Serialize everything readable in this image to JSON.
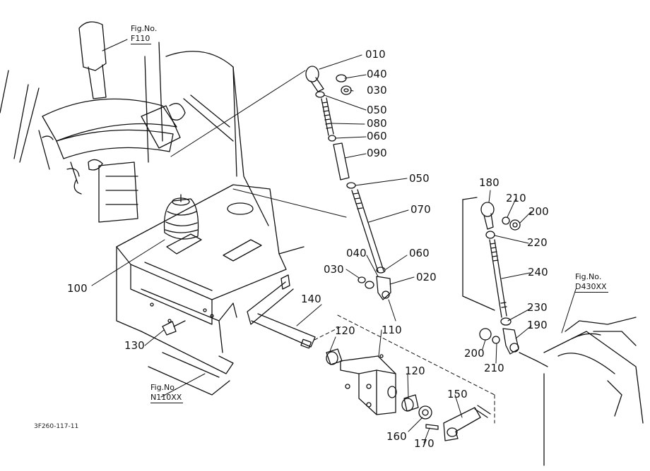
{
  "fig_refs": {
    "f110": {
      "label": "Fig.No.",
      "ref": "F110"
    },
    "n110xx": {
      "label": "Fig.No.",
      "ref": "N110XX"
    },
    "d430xx": {
      "label": "Fig.No.",
      "ref": "D430XX"
    }
  },
  "parts": {
    "p010": "010",
    "p040a": "040",
    "p030a": "030",
    "p050a": "050",
    "p080": "080",
    "p060a": "060",
    "p090": "090",
    "p050b": "050",
    "p070": "070",
    "p040b": "040",
    "p060b": "060",
    "p030b": "030",
    "p020": "020",
    "p100": "100",
    "p140": "140",
    "p110": "110",
    "p120a": "120",
    "p130": "130",
    "p120b": "120",
    "p150": "150",
    "p160": "160",
    "p170": "170",
    "p180": "180",
    "p210a": "210",
    "p200a": "200",
    "p220": "220",
    "p240": "240",
    "p230": "230",
    "p190": "190",
    "p200b": "200",
    "p210b": "210"
  },
  "drawing_code": "3F260-117-11"
}
